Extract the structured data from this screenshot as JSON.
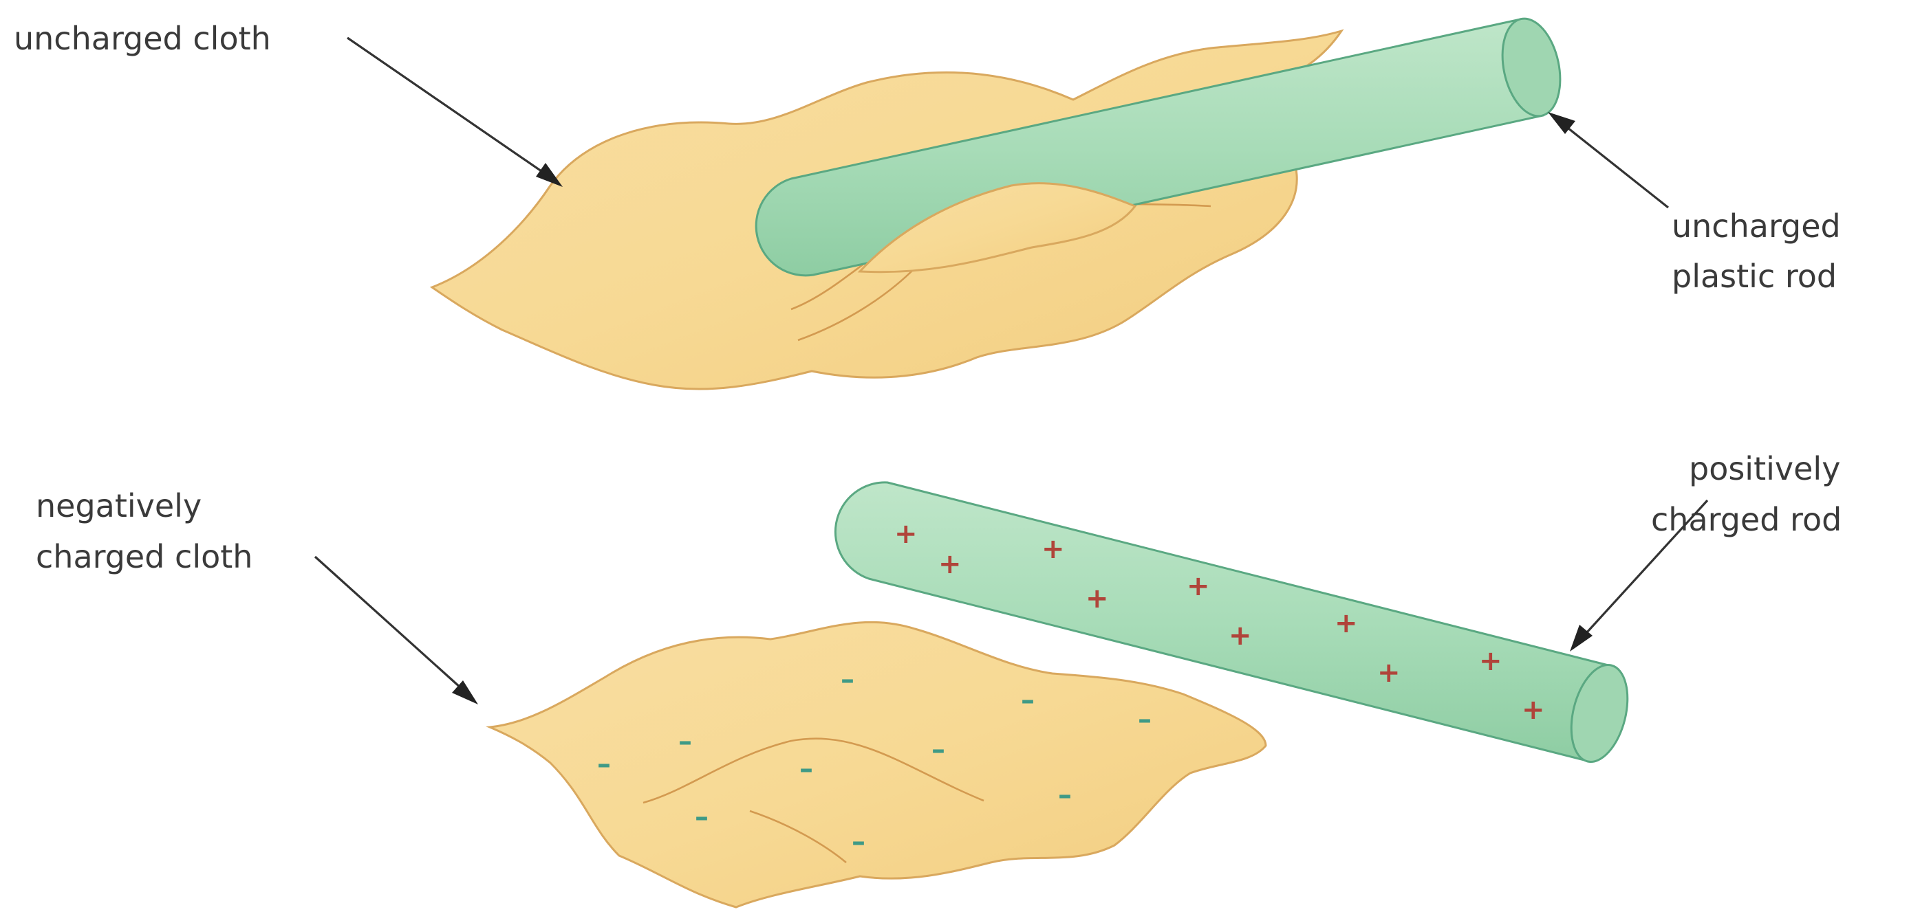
{
  "top": {
    "cloth_label": "uncharged cloth",
    "rod_label_line1": "uncharged",
    "rod_label_line2": "plastic rod"
  },
  "bottom": {
    "cloth_label_line1": "negatively",
    "cloth_label_line2": "charged cloth",
    "rod_label_line1": "positively",
    "rod_label_line2": "charged rod"
  },
  "symbols": {
    "plus": "+",
    "minus": "–"
  },
  "colors": {
    "cloth_fill": "#f6d592",
    "cloth_stroke": "#d9a85e",
    "rod_fill": "#a8dcb8",
    "rod_stroke": "#5aa882",
    "plus_color": "#b0443a",
    "minus_color": "#3f9a86"
  }
}
